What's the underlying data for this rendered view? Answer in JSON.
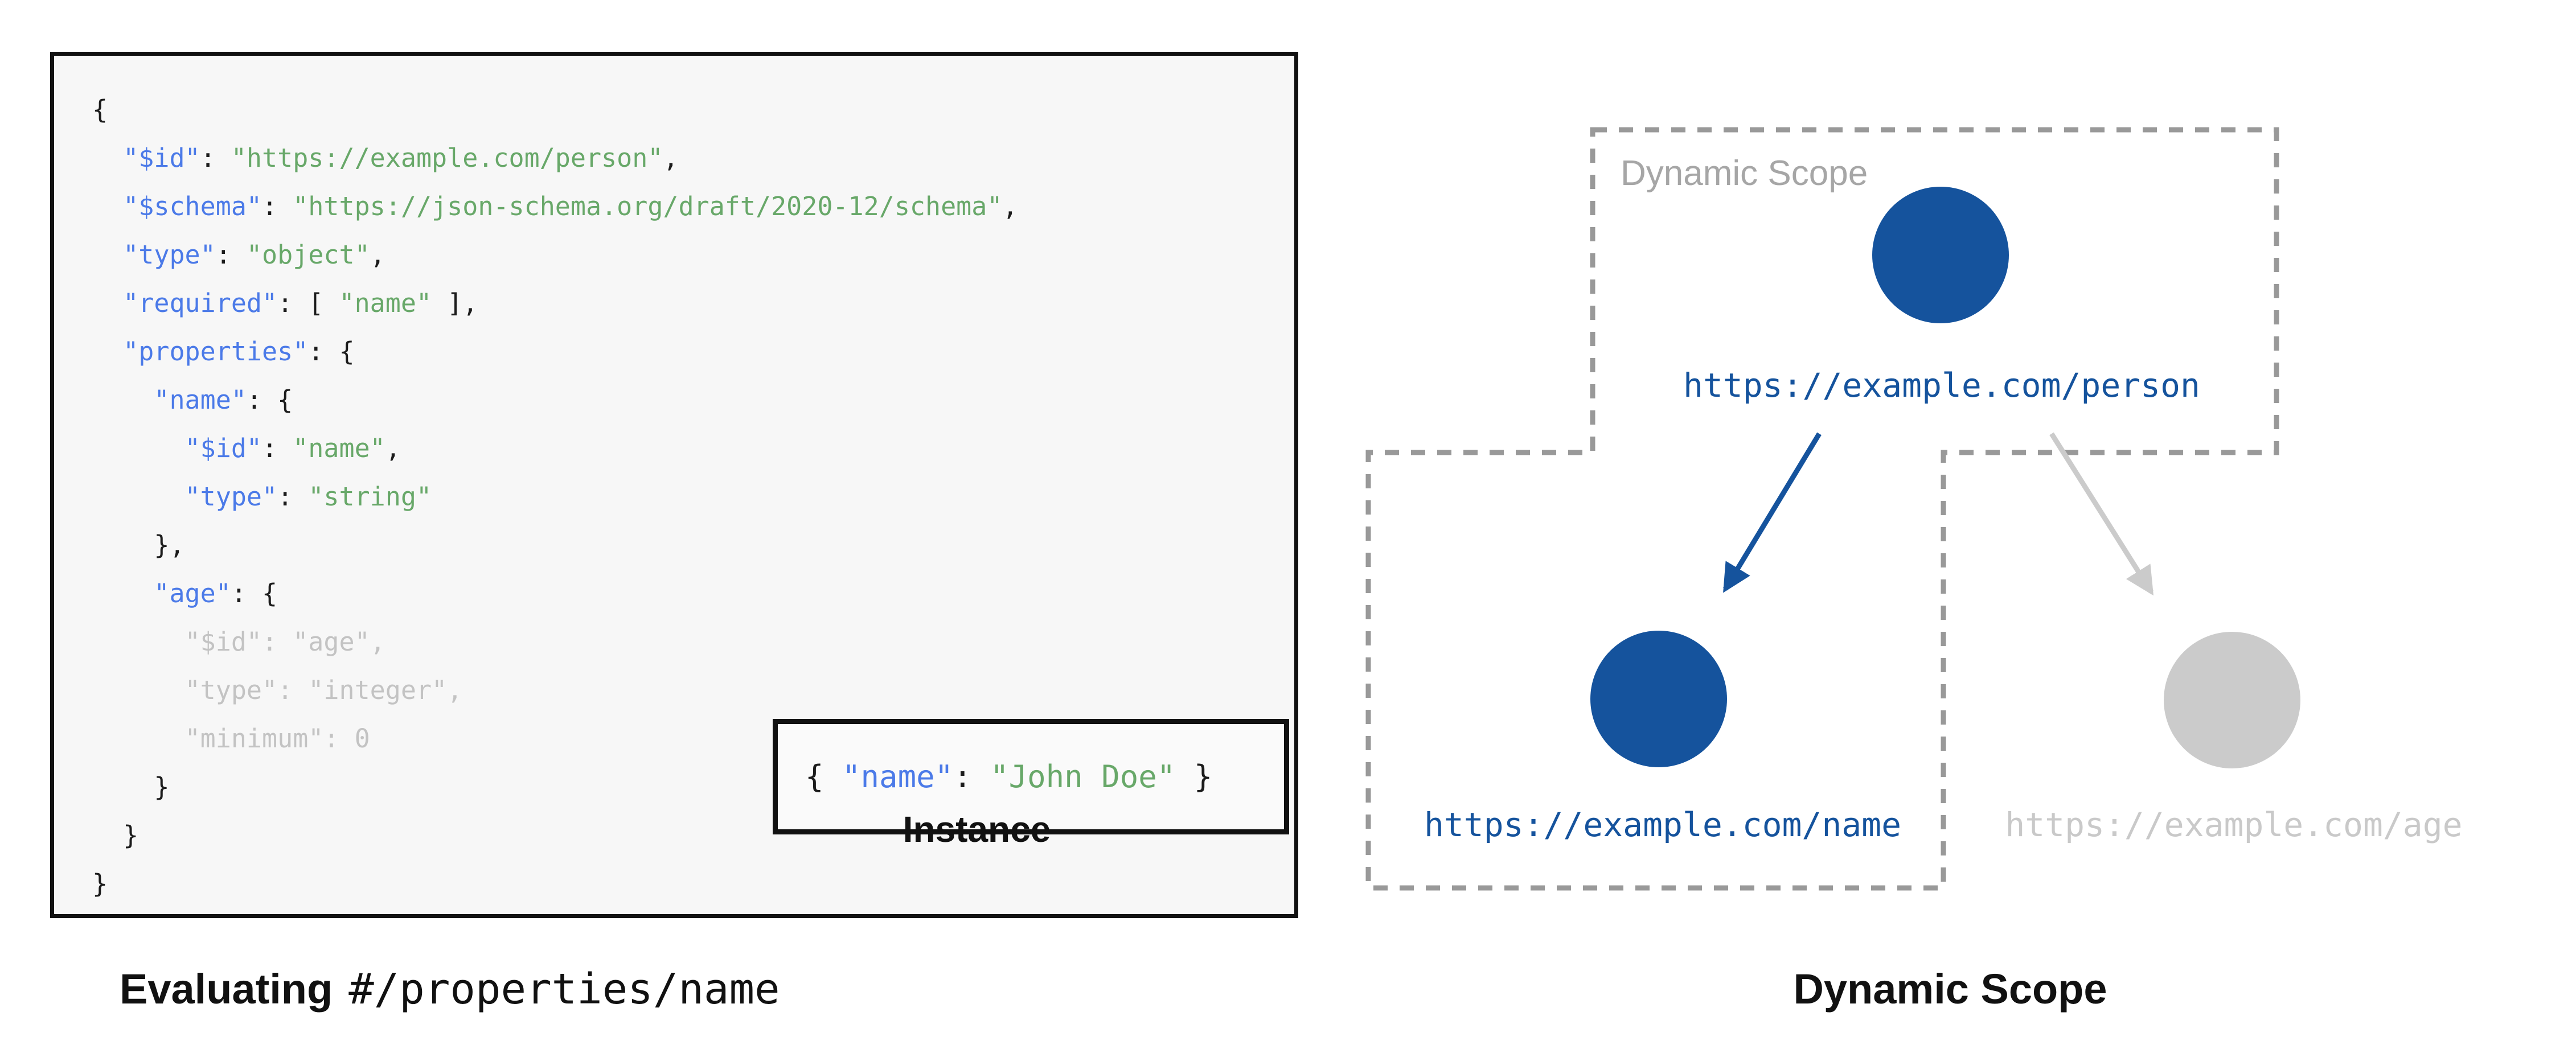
{
  "left_panel": {
    "code_lines": [
      {
        "muted": false,
        "tokens": [
          [
            "p",
            "{"
          ]
        ]
      },
      {
        "muted": false,
        "tokens": [
          [
            "p",
            "  "
          ],
          [
            "k",
            "\"$id\""
          ],
          [
            "p",
            ": "
          ],
          [
            "s",
            "\"https://example.com/person\""
          ],
          [
            "p",
            ","
          ]
        ]
      },
      {
        "muted": false,
        "tokens": [
          [
            "p",
            "  "
          ],
          [
            "k",
            "\"$schema\""
          ],
          [
            "p",
            ": "
          ],
          [
            "s",
            "\"https://json-schema.org/draft/2020-12/schema\""
          ],
          [
            "p",
            ","
          ]
        ]
      },
      {
        "muted": false,
        "tokens": [
          [
            "p",
            "  "
          ],
          [
            "k",
            "\"type\""
          ],
          [
            "p",
            ": "
          ],
          [
            "s",
            "\"object\""
          ],
          [
            "p",
            ","
          ]
        ]
      },
      {
        "muted": false,
        "tokens": [
          [
            "p",
            "  "
          ],
          [
            "k",
            "\"required\""
          ],
          [
            "p",
            ": [ "
          ],
          [
            "s",
            "\"name\""
          ],
          [
            "p",
            " ],"
          ]
        ]
      },
      {
        "muted": false,
        "tokens": [
          [
            "p",
            "  "
          ],
          [
            "k",
            "\"properties\""
          ],
          [
            "p",
            ": {"
          ]
        ]
      },
      {
        "muted": false,
        "tokens": [
          [
            "p",
            "    "
          ],
          [
            "k",
            "\"name\""
          ],
          [
            "p",
            ": {"
          ]
        ]
      },
      {
        "muted": false,
        "tokens": [
          [
            "p",
            "      "
          ],
          [
            "k",
            "\"$id\""
          ],
          [
            "p",
            ": "
          ],
          [
            "s",
            "\"name\""
          ],
          [
            "p",
            ","
          ]
        ]
      },
      {
        "muted": false,
        "tokens": [
          [
            "p",
            "      "
          ],
          [
            "k",
            "\"type\""
          ],
          [
            "p",
            ": "
          ],
          [
            "s",
            "\"string\""
          ]
        ]
      },
      {
        "muted": false,
        "tokens": [
          [
            "p",
            "    },"
          ]
        ]
      },
      {
        "muted": false,
        "tokens": [
          [
            "p",
            "    "
          ],
          [
            "k",
            "\"age\""
          ],
          [
            "p",
            ": {"
          ]
        ]
      },
      {
        "muted": true,
        "tokens": [
          [
            "p",
            "      "
          ],
          [
            "k",
            "\"$id\""
          ],
          [
            "p",
            ": "
          ],
          [
            "s",
            "\"age\""
          ],
          [
            "p",
            ","
          ]
        ]
      },
      {
        "muted": true,
        "tokens": [
          [
            "p",
            "      "
          ],
          [
            "k",
            "\"type\""
          ],
          [
            "p",
            ": "
          ],
          [
            "s",
            "\"integer\""
          ],
          [
            "p",
            ","
          ]
        ]
      },
      {
        "muted": true,
        "tokens": [
          [
            "p",
            "      "
          ],
          [
            "k",
            "\"minimum\""
          ],
          [
            "p",
            ": "
          ],
          [
            "n",
            "0"
          ]
        ]
      },
      {
        "muted": false,
        "tokens": [
          [
            "p",
            "    }"
          ]
        ]
      },
      {
        "muted": false,
        "tokens": [
          [
            "p",
            "  }"
          ]
        ]
      },
      {
        "muted": false,
        "tokens": [
          [
            "p",
            "}"
          ]
        ]
      }
    ],
    "instance": {
      "tokens": [
        [
          "p",
          "{ "
        ],
        [
          "k",
          "\"name\""
        ],
        [
          "p",
          ": "
        ],
        [
          "s",
          "\"John Doe\""
        ],
        [
          "p",
          " }"
        ]
      ],
      "label": "Instance"
    },
    "caption_bold": "Evaluating",
    "caption_mono": "#/properties/name"
  },
  "right_panel": {
    "scope_label": "Dynamic Scope",
    "nodes": [
      {
        "id": "person",
        "url": "https://example.com/person",
        "state": "active"
      },
      {
        "id": "name",
        "url": "https://example.com/name",
        "state": "active"
      },
      {
        "id": "age",
        "url": "https://example.com/age",
        "state": "inactive"
      }
    ],
    "caption": "Dynamic Scope"
  },
  "colors": {
    "accent_blue": "#15539d",
    "key_blue": "#4b7ae8",
    "string_green": "#68a869",
    "muted_code_gray": "#c3c3c3",
    "inactive_gray": "#cbcbcb",
    "inactive_text_gray": "#c9c9c9",
    "scope_border_gray": "#999999",
    "scope_label_gray": "#a6a6a6",
    "code_background": "#f7f7f7",
    "box_border": "#111111"
  }
}
